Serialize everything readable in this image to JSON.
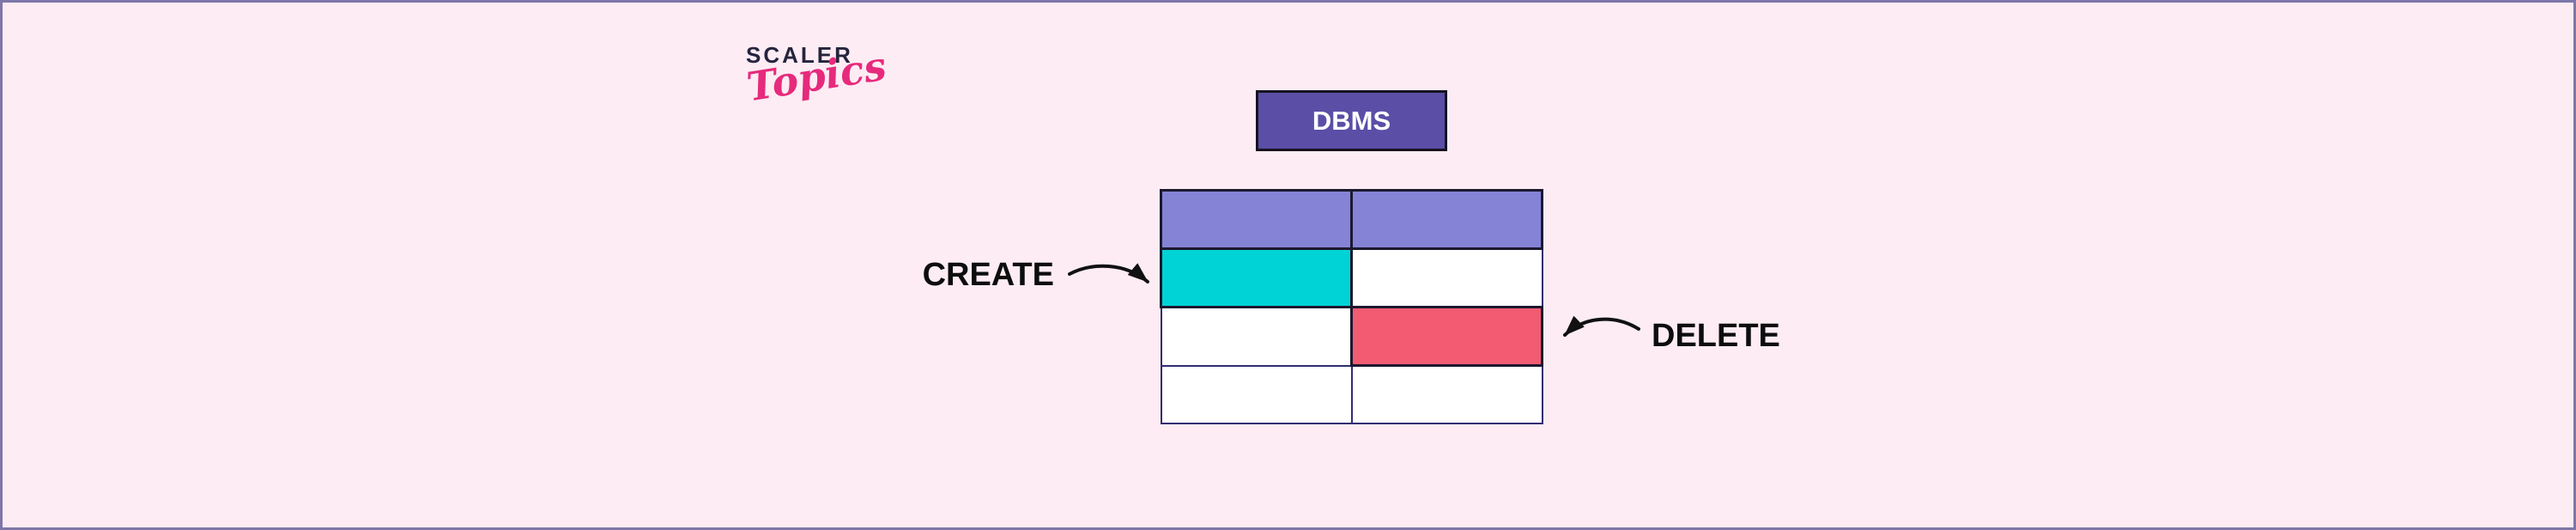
{
  "page": {
    "background": "#fdecf3",
    "border_color": "#7d76a8"
  },
  "logo": {
    "line1": "SCALER",
    "line2": "Topics",
    "line1_color": "#25243e",
    "line2_color": "#e62a7c"
  },
  "dbms_box": {
    "label": "DBMS",
    "fill": "#5a4ea7",
    "border": "#16131f",
    "text_color": "#ffffff"
  },
  "table": {
    "columns": 2,
    "header_fill": "#8583d6",
    "create_fill": "#00d3d6",
    "delete_fill": "#f25b72",
    "cell_fill": "#ffffff",
    "grid_color": "#322d72",
    "highlight_border": "#1c192e",
    "rows": [
      [
        {
          "type": "header"
        },
        {
          "type": "header"
        }
      ],
      [
        {
          "type": "create"
        },
        {
          "type": "plain"
        }
      ],
      [
        {
          "type": "plain"
        },
        {
          "type": "delete"
        }
      ],
      [
        {
          "type": "plain"
        },
        {
          "type": "plain"
        }
      ]
    ]
  },
  "annotations": {
    "create_label": "CREATE",
    "delete_label": "DELETE",
    "label_color": "#0d0d0d",
    "arrow_color": "#111111"
  }
}
